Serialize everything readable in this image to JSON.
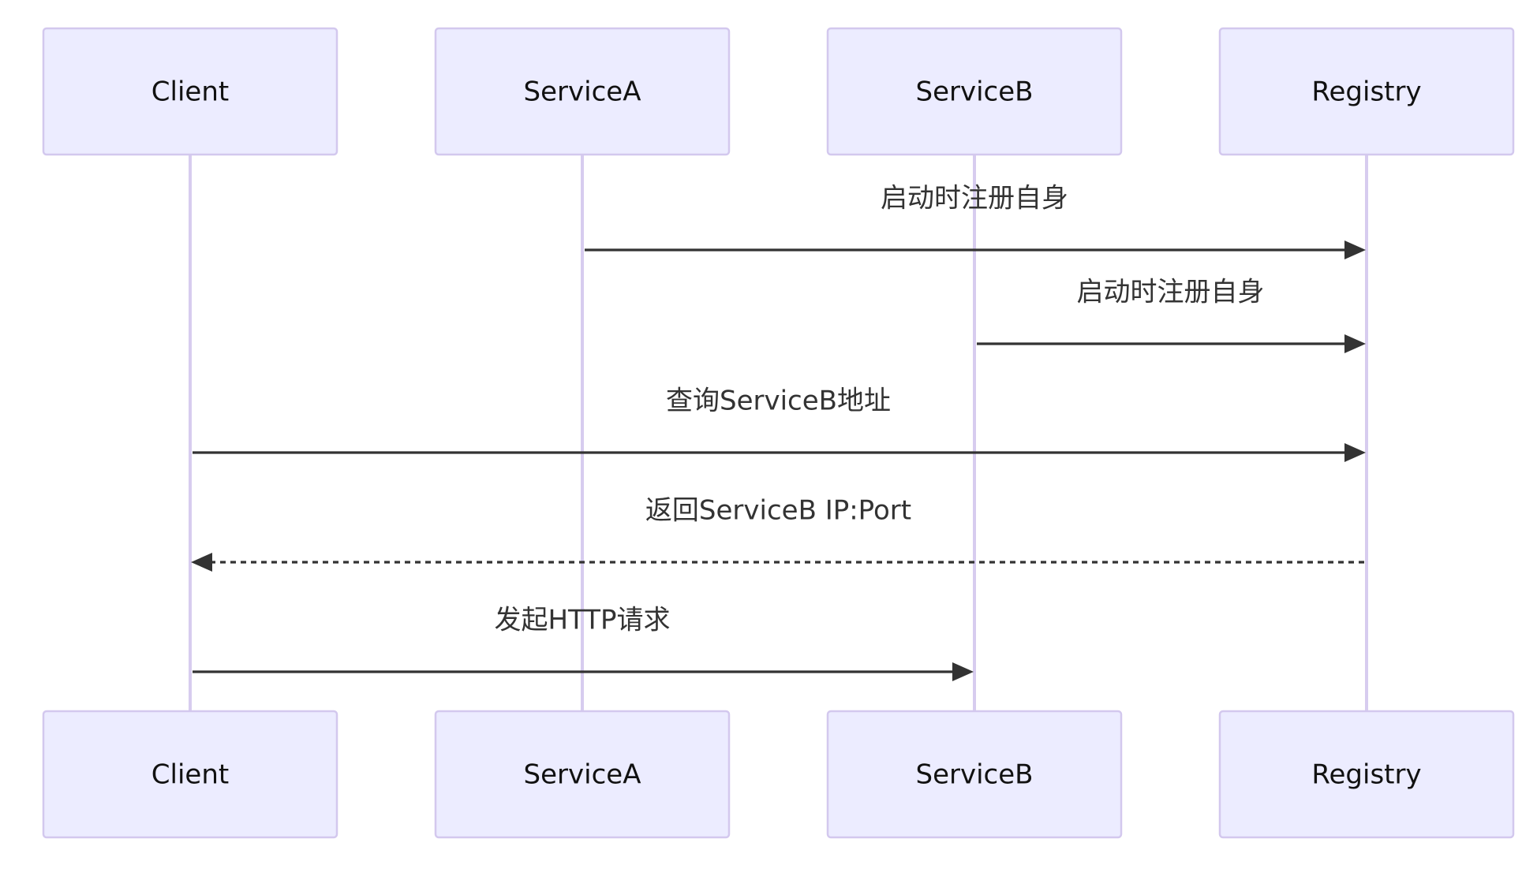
{
  "participants": [
    {
      "id": "client",
      "label": "Client"
    },
    {
      "id": "serviceA",
      "label": "ServiceA"
    },
    {
      "id": "serviceB",
      "label": "ServiceB"
    },
    {
      "id": "registry",
      "label": "Registry"
    }
  ],
  "messages": [
    {
      "from": "serviceA",
      "to": "registry",
      "label": "启动时注册自身",
      "style": "solid"
    },
    {
      "from": "serviceB",
      "to": "registry",
      "label": "启动时注册自身",
      "style": "solid"
    },
    {
      "from": "client",
      "to": "registry",
      "label": "查询ServiceB地址",
      "style": "solid"
    },
    {
      "from": "registry",
      "to": "client",
      "label": "返回ServiceB IP:Port",
      "style": "dashed"
    },
    {
      "from": "client",
      "to": "serviceB",
      "label": "发起HTTP请求",
      "style": "solid"
    }
  ],
  "colors": {
    "actor_fill": "#ECECFF",
    "actor_border": "#D3C8EE",
    "lifeline": "#D7CCEF",
    "arrow": "#333333"
  }
}
